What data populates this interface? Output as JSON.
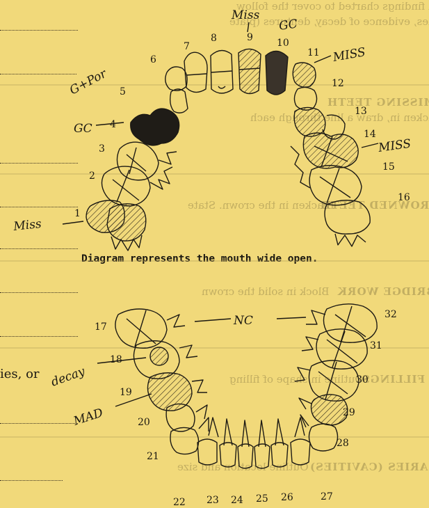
{
  "caption": "Diagram represents the mouth wide open.",
  "fragment_text": "ies,  or",
  "ghost_text": {
    "top_line_1": "made and findings charted to cover the follow",
    "top_line_2": "fillings, caries, evidence of decay, dentures (plate",
    "missing_teeth": "MISSING TEETH",
    "missing_desc": "Blacken in, draw a line through each",
    "crowned_teeth": "CROWNED TEETH",
    "crowned_desc": "Blacken in the crown. State",
    "bridge_work": "BRIDGE WORK",
    "bridge_desc": "Block in solid the crown",
    "fillings": "FILLINGS",
    "fillings_desc": "Outline in shape of filling",
    "caries": "CARIES (CAVITIES)",
    "caries_desc": "Outline location and size"
  },
  "upper_numbers": [
    "1",
    "2",
    "3",
    "4",
    "5",
    "6",
    "7",
    "8",
    "9",
    "10",
    "11",
    "12",
    "13",
    "14",
    "15",
    "16"
  ],
  "lower_numbers": [
    "17",
    "18",
    "19",
    "20",
    "21",
    "22",
    "23",
    "24",
    "25",
    "26",
    "27",
    "28",
    "29",
    "30",
    "31",
    "32"
  ],
  "annotations": {
    "miss_9": "Miss",
    "gc_10": "GC",
    "miss_11": "MISS",
    "gc_4": "GC",
    "gc_por_5": "G+Por",
    "miss_14": "MISS",
    "miss_1": "Miss",
    "nc": "NC",
    "decay_18": "decay",
    "mad_19": "MAD"
  }
}
